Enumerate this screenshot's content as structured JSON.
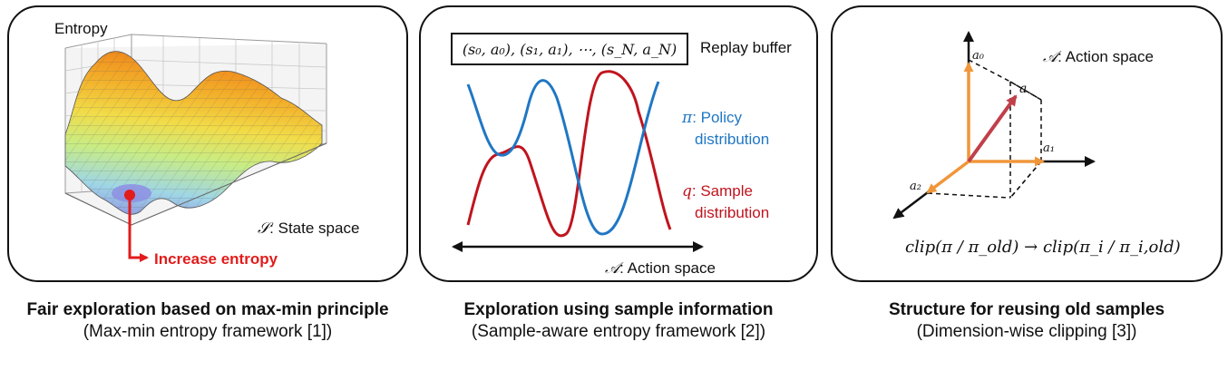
{
  "panel1": {
    "entropy_label": "Entropy",
    "state_symbol": "𝒮",
    "state_text": ": State space",
    "increase_label": "Increase entropy",
    "colors": {
      "arrow": "#e31b1b",
      "surface_high": "#f09a1a",
      "surface_low": "#8f8fe0"
    }
  },
  "panel2": {
    "buffer_text": "(s₀, a₀), (s₁, a₁), ⋯, (s_N, a_N)",
    "buffer_label": "Replay buffer",
    "policy_symbol": "π",
    "policy_line1": ": Policy",
    "policy_line2": "distribution",
    "sample_symbol": "q",
    "sample_line1": ": Sample",
    "sample_line2": "distribution",
    "action_symbol": "𝒜",
    "action_text": ": Action space",
    "colors": {
      "policy": "#1f77c4",
      "sample": "#c0141e"
    }
  },
  "panel3": {
    "action_symbol": "𝒜",
    "action_text": ": Action space",
    "axis_a0": "a₀",
    "axis_a1": "a₁",
    "axis_a2": "a₂",
    "vector_a": "a",
    "clip_formula": "clip(π / π_old) → clip(π_i / π_i,old)",
    "colors": {
      "component": "#f0963a",
      "vector": "#c0404a"
    }
  },
  "captions": [
    {
      "title": "Fair exploration based on max-min principle",
      "subtitle": "(Max-min entropy framework [1])"
    },
    {
      "title": "Exploration using sample information",
      "subtitle": "(Sample-aware entropy framework [2])"
    },
    {
      "title": "Structure for reusing old samples",
      "subtitle": "(Dimension-wise clipping [3])"
    }
  ]
}
